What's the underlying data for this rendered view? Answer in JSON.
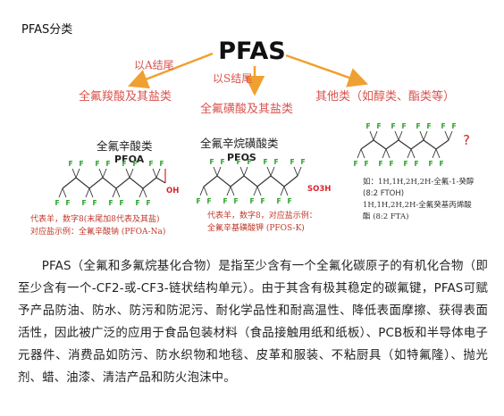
{
  "section_heading": "PFAS分类",
  "diagram": {
    "root": "PFAS",
    "edge_a_label": "以A结尾",
    "edge_s_label": "以S结尾",
    "branches": {
      "carboxylic": {
        "title": "全氟羧酸及其盐类",
        "example_cn": "全氟辛酸类",
        "example_abbr": "PFOA",
        "head_group": "OH",
        "note_line1": "代表羊，数字8(末尾加8代表及其盐)",
        "note_line2": "对应盐示例：全氟辛酸钠 (PFOA-Na)"
      },
      "sulfonic": {
        "title": "全氟磺酸及其盐类",
        "example_cn": "全氟辛烷磺酸类",
        "example_abbr": "PFOS",
        "head_group": "SO3H",
        "note_line1": "代表羊，数字8，对应盐示例：",
        "note_line2": "全氟辛基磺酸钾 (PFOS-K)"
      },
      "other": {
        "title": "其他类（如醇类、酯类等）",
        "question_mark": "?",
        "note_line1": "如：1H,1H,2H,2H-全氟-1-癸醇",
        "note_line2": "(8:2 FTOH)",
        "note_line3": "1H,1H,2H,2H-全氟癸基丙烯酸",
        "note_line4": "酯 (8:2 FTA)"
      }
    },
    "atom_F": "F",
    "colors": {
      "accent": "#f0a030",
      "branch_text": "#d9534f",
      "fluorine": "#27a327",
      "oxygen": "#d9232a",
      "note": "#c0392b"
    }
  },
  "article": {
    "paragraph": "PFAS（全氟和多氟烷基化合物）是指至少含有一个全氟化碳原子的有机化合物（即至少含有一个-CF2-或-CF3-链状结构单元）。由于其含有极其稳定的碳氟键，PFAS可赋予产品防油、防水、防污和防泥污、耐化学品性和耐高温性、降低表面摩擦、获得表面活性，因此被广泛的应用于食品包装材料（食品接触用纸和纸板）、PCB板和半导体电子元器件、消费品如防污、防水织物和地毯、皮革和服装、不粘厨具（如特氟隆）、抛光剂、蜡、油漆、清洁产品和防火泡沫中。"
  }
}
